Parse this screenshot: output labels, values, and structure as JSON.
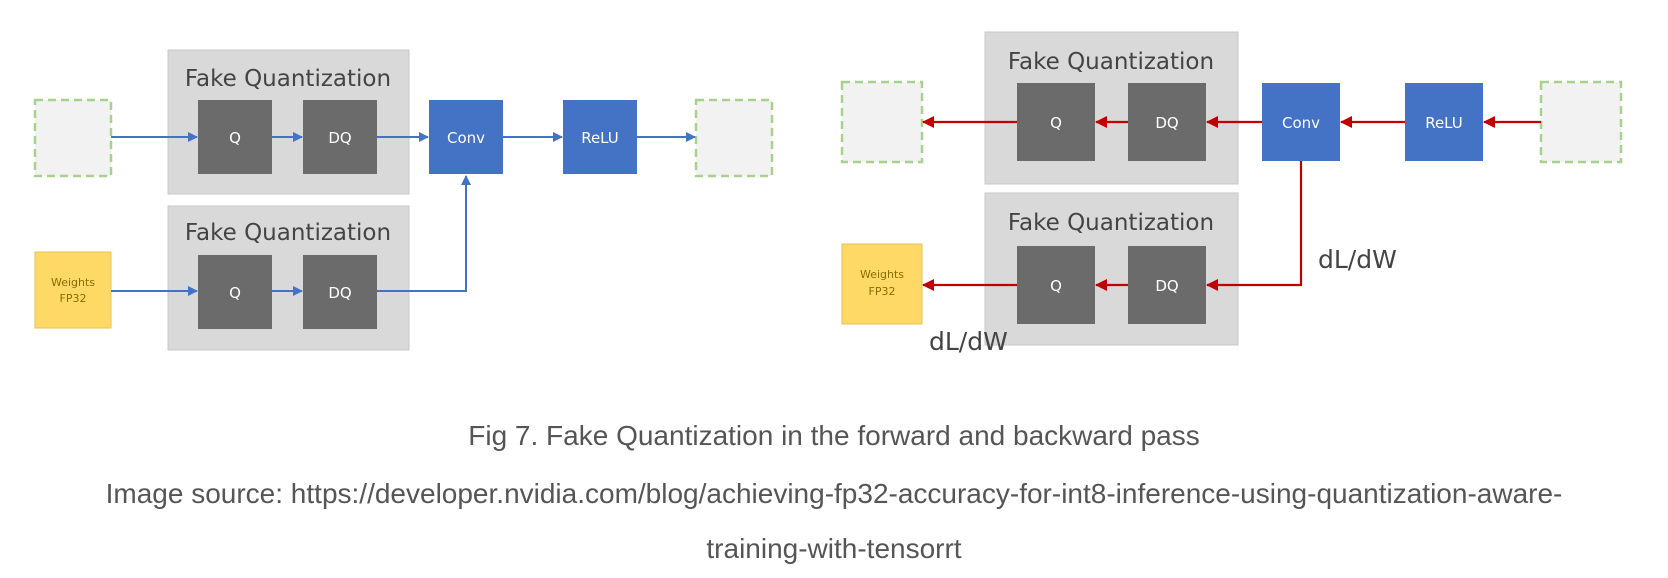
{
  "forward": {
    "group_top_label": "Fake Quantization",
    "group_bottom_label": "Fake Quantization",
    "q_label": "Q",
    "dq_label": "DQ",
    "conv_label": "Conv",
    "relu_label": "ReLU",
    "weights_line1": "Weights",
    "weights_line2": "FP32"
  },
  "backward": {
    "group_top_label": "Fake Quantization",
    "group_bottom_label": "Fake Quantization",
    "q_label": "Q",
    "dq_label": "DQ",
    "conv_label": "Conv",
    "relu_label": "ReLU",
    "weights_line1": "Weights",
    "weights_line2": "FP32",
    "grad_label_right": "dL/dW",
    "grad_label_left": "dL/dW"
  },
  "colors": {
    "group_bg": "#d9d9d9",
    "op_box": "#6b6b6b",
    "conv_relu": "#4472c4",
    "weights": "#ffd966",
    "placeholder_border": "#a9d18e",
    "forward_arrow": "#4472c4",
    "backward_arrow": "#c00000"
  },
  "caption": {
    "title": "Fig 7. Fake Quantization in the forward and backward pass",
    "source_line1": "Image source: https://developer.nvidia.com/blog/achieving-fp32-accuracy-for-int8-inference-using-quantization-aware-",
    "source_line2": "training-with-tensorrt"
  }
}
